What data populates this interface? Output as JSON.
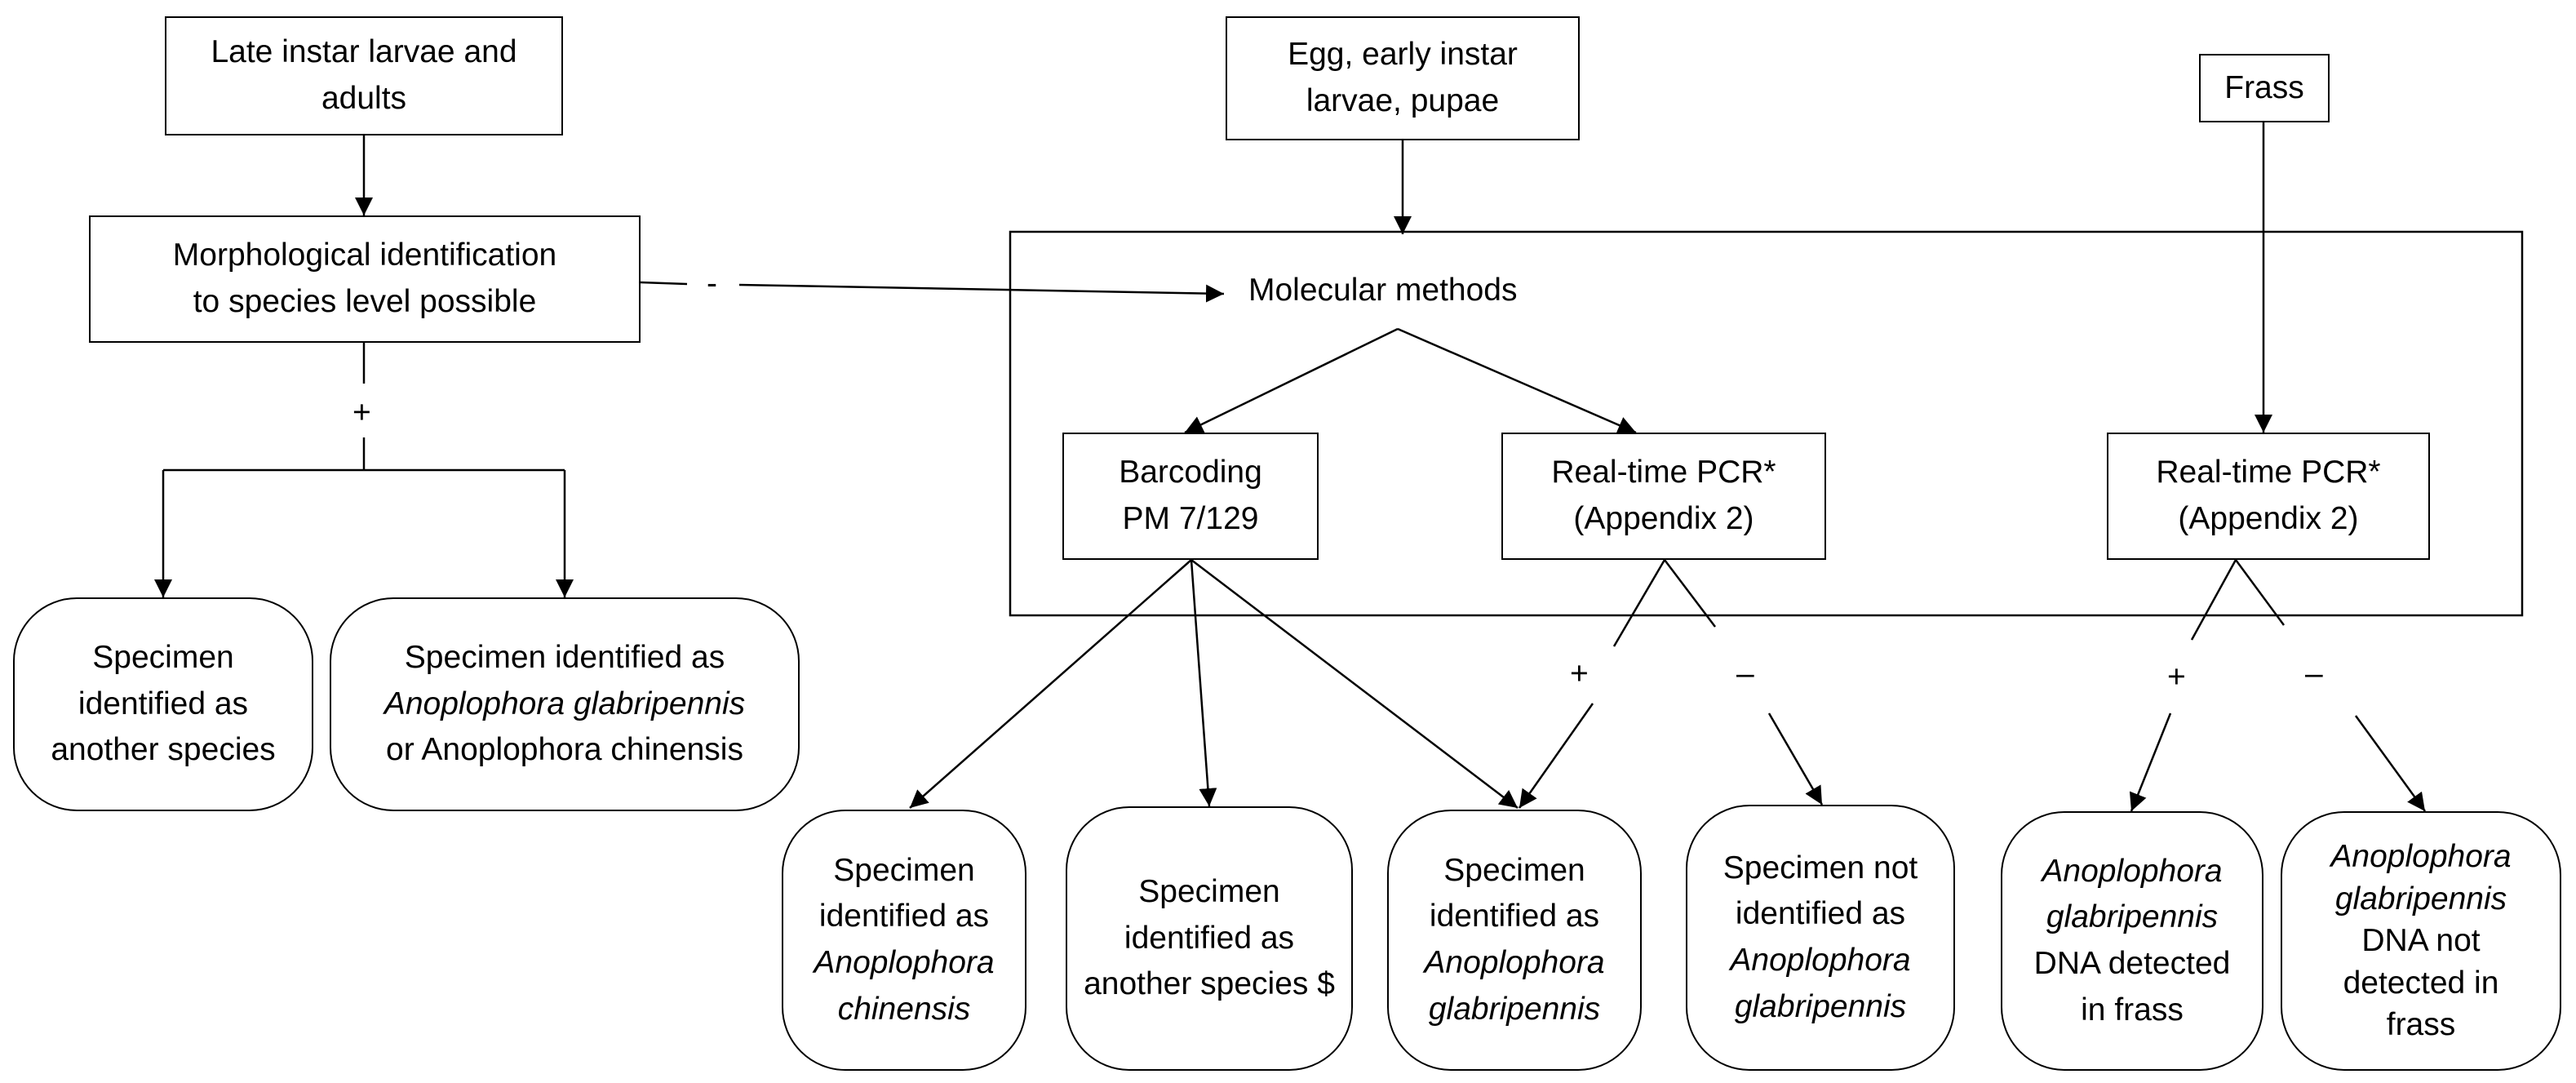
{
  "nodes": {
    "late_instar": {
      "lines": [
        "Late instar larvae and",
        "adults"
      ]
    },
    "egg_early": {
      "lines": [
        "Egg, early instar",
        "larvae, pupae"
      ]
    },
    "frass": {
      "lines": [
        "Frass"
      ]
    },
    "morph_id": {
      "lines": [
        "Morphological identification",
        "to species level possible"
      ]
    },
    "molecular": {
      "label": "Molecular methods"
    },
    "barcoding": {
      "lines": [
        "Barcoding",
        "PM 7/129"
      ]
    },
    "rtpcr_mid": {
      "lines": [
        "Real-time PCR*",
        "(Appendix 2)"
      ]
    },
    "rtpcr_right": {
      "lines": [
        "Real-time PCR*",
        "(Appendix 2)"
      ]
    },
    "out_another_left": {
      "lines": [
        "Specimen",
        "identified as",
        "another species"
      ]
    },
    "out_glab_or_chin": {
      "lines": [
        "Specimen identified as",
        "Anoplophora glabripennis",
        "or Anoplophora chinensis"
      ]
    },
    "out_chinensis": {
      "lines": [
        "Specimen",
        "identified as",
        "Anoplophora",
        "chinensis"
      ]
    },
    "out_another_mid": {
      "lines": [
        "Specimen",
        "identified as",
        "another species $"
      ]
    },
    "out_glab_mid": {
      "lines": [
        "Specimen",
        "identified as",
        "Anoplophora",
        "glabripennis"
      ]
    },
    "out_not_glab": {
      "lines": [
        "Specimen not",
        "identified as",
        "Anoplophora",
        "glabripennis"
      ]
    },
    "out_dna_detected": {
      "lines": [
        "Anoplophora",
        "glabripennis",
        "DNA detected",
        "in frass"
      ]
    },
    "out_dna_not_detected": {
      "lines": [
        "Anoplophora",
        "glabripennis",
        "DNA not",
        "detected in",
        "frass"
      ]
    }
  },
  "edge_labels": {
    "morph_minus": "-",
    "morph_plus": "+",
    "pcr_mid_plus": "+",
    "pcr_mid_minus": "–",
    "pcr_right_plus": "+",
    "pcr_right_minus": "–"
  },
  "colors": {
    "line": "#000000",
    "background": "#ffffff"
  }
}
